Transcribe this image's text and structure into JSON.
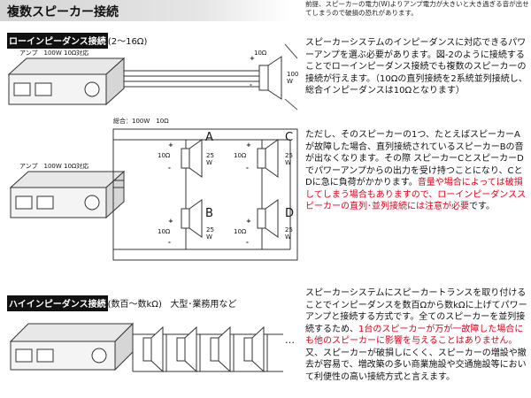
{
  "title": "複数スピーカー接続",
  "top_note": "前提、スピーカーの電力(W)よりアンプ電力が大きいと大き過ぎる音が出せてしまうので破損の恐れがあります。",
  "low_section": {
    "label": "ローインピーダンス接続",
    "range": "(2〜16Ω)",
    "amp_label_1": "アンプ　100W 10Ω対応",
    "speaker_ohm": "10Ω",
    "speaker_watt": "100 W",
    "plus": "+",
    "minus": "-",
    "para1": "スピーカーシステムのインピーダンスに対応できるパワーアンプを選ぶ必要があります。図-2のように接続することでローインピーダンス接続でも複数のスピーカーの接続が行えます。（10Ωの直列接続を2系統並列接続し、総合インピーダンスは10Ωとなります）",
    "total_label": "総合：100W　10Ω",
    "amp_label_2": "アンプ　100W 10Ω対応",
    "units": {
      "A": {
        "letter": "A",
        "ohm": "10Ω",
        "watt": "25 W"
      },
      "B": {
        "letter": "B",
        "ohm": "10Ω",
        "watt": "25 W"
      },
      "C": {
        "letter": "C",
        "ohm": "10Ω",
        "watt": "25 W"
      },
      "D": {
        "letter": "D",
        "ohm": "10Ω",
        "watt": "25 W"
      }
    },
    "para2_black": "ただし、そのスピーカーの1つ、たとえばスピーカーAが故障した場合、直列接続されているスピーカーBの音が出なくなります。その際 スピーカーCとスピーカーDでパワーアンプからの出力を受け持つことになり、CとDに急に負荷がかかります。",
    "para2_red": "音量や場合によっては破損してしまう場合もありますので、ローインピーダンススピーカーの直列･並列接続には注意が必要",
    "para2_end": "です。"
  },
  "high_section": {
    "label": "ハイインピーダンス接続",
    "range": "(数百〜数kΩ)",
    "note": "大型･業務用など",
    "ellipsis": "…",
    "para_black1": "スピーカーシステムにスピーカートランスを取り付けることでインピーダンスを数百Ωから数kΩに上げてパワーアンプと接続する方式です。全てのスピーカーを並列接続するため、",
    "para_red": "1台のスピーカーが万が一故障した場合にも他のスピーカーに影響を与えることはありません。",
    "para_black2": "又、スピーカーが破損しにくく、スピーカーの増設や撤去が容易で、増改築の多い商業施設や交通施設等において利便性の高い接続方式と言えます。"
  }
}
